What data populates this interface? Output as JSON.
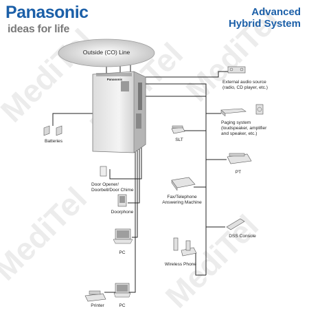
{
  "branding": {
    "logo": "Panasonic",
    "tagline": "ideas for life",
    "watermark": "MediTel"
  },
  "title": {
    "line1": "Advanced",
    "line2": "Hybrid System"
  },
  "cloud": {
    "label": "Outside (CO) Line"
  },
  "pbx": {
    "brand": "Panasonic"
  },
  "devices": {
    "batteries": "Batteries",
    "external_audio_line1": "External audio source",
    "external_audio_line2": "(radio, CD player, etc.)",
    "paging_line1": "Paging system",
    "paging_line2": "(loudspeaker, amplifier",
    "paging_line3": "and speaker, etc.)",
    "slt": "SLT",
    "pt": "PT",
    "door_line1": "Door Opener/",
    "door_line2": "Doorbell/Door Chime",
    "doorphone": "Doorphone",
    "fax_line1": "Fax/Telephone",
    "fax_line2": "Answering Machine",
    "dss": "DSS Console",
    "pc": "PC",
    "wireless": "Wireless Phone",
    "printer": "Printer",
    "pc2": "PC"
  },
  "colors": {
    "brand_blue": "#1b5fa8",
    "line": "#222222",
    "watermark": "#ececec"
  },
  "icons": [
    "cloud-icon",
    "pbx-unit-icon",
    "battery-icon",
    "stereo-icon",
    "amplifier-icon",
    "speaker-icon",
    "phone-icon",
    "door-opener-icon",
    "tablet-icon",
    "fax-icon",
    "laptop-icon",
    "keypad-icon",
    "cordless-phone-icon",
    "printer-icon"
  ]
}
